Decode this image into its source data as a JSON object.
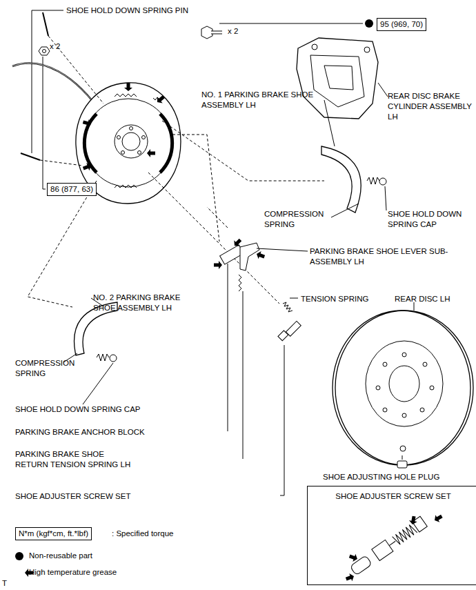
{
  "diagram": {
    "nodes": [
      {
        "text": [
          "95 (969, 70)"
        ]
      },
      {
        "text": [
          "86 (877, 63)"
        ]
      },
      {
        "text": [
          "SHOE ADJUSTER SCREW SET"
        ]
      },
      {
        "text": [
          "N*m (kgf*cm, ft.*lbf)"
        ]
      }
    ],
    "labels": [
      "SHOE HOLD DOWN SPRING PIN",
      "x 2",
      "x 2",
      "REAR DISC BRAKE CYLINDER ASSEMBLY LH",
      "NO. 1 PARKING BRAKE SHOE ASSEMBLY LH",
      "COMPRESSION SPRING",
      "SHOE HOLD DOWN SPRING CAP",
      "PARKING BRAKE SHOE LEVER SUB-ASSEMBLY LH",
      "NO. 2 PARKING BRAKE SHOE ASSEMBLY LH",
      "TENSION SPRING",
      "REAR DISC LH",
      "COMPRESSION SPRING",
      "SHOE HOLD DOWN SPRING CAP",
      "SHOE ADJUSTING HOLE PLUG",
      "PARKING BRAKE ANCHOR BLOCK",
      "PARKING BRAKE SHOE RETURN TENSION SPRING LH",
      "SHOE ADJUSTER SCREW SET",
      ": Specified torque",
      "T"
    ],
    "legend": [
      {
        "text": "Non-reusable part"
      },
      {
        "text": "High temperature grease"
      }
    ]
  }
}
